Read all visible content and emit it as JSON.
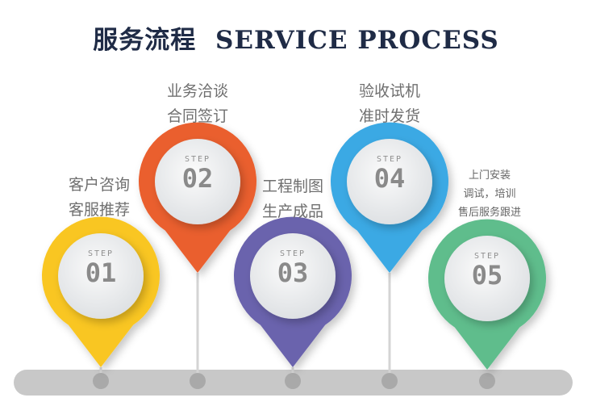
{
  "header": {
    "title_cn": "服务流程",
    "title_en": "SERVICE PROCESS"
  },
  "steps": [
    {
      "step_label": "STEP",
      "number": "01",
      "lines": [
        "客户咨询",
        "客服推荐"
      ],
      "color": "#f9c623"
    },
    {
      "step_label": "STEP",
      "number": "02",
      "lines": [
        "业务洽谈",
        "合同签订"
      ],
      "color": "#ea5f2e"
    },
    {
      "step_label": "STEP",
      "number": "03",
      "lines": [
        "工程制图",
        "生产成品"
      ],
      "color": "#6b63ad"
    },
    {
      "step_label": "STEP",
      "number": "04",
      "lines": [
        "验收试机",
        "准时发货"
      ],
      "color": "#3aa9e4"
    },
    {
      "step_label": "STEP",
      "number": "05",
      "lines": [
        "上门安装",
        "调试，培训",
        "售后服务跟进"
      ],
      "color": "#5fbd8c"
    }
  ]
}
